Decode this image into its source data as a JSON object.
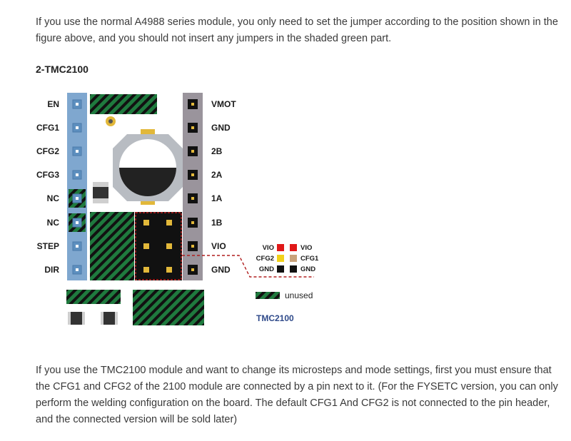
{
  "paragraph_top": "If you use the normal A4988 series module, you only need to set the jumper according to the position shown in the figure above, and you should not insert any jumpers in the shaded green part.",
  "section_heading": "2-TMC2100",
  "diagram": {
    "left_pins": [
      "EN",
      "CFG1",
      "CFG2",
      "CFG3",
      "NC",
      "NC",
      "STEP",
      "DIR"
    ],
    "right_pins": [
      "VMOT",
      "GND",
      "2B",
      "2A",
      "1A",
      "1B",
      "VIO",
      "GND"
    ],
    "legend_rows": [
      {
        "left": "VIO",
        "left_color": "#e01818",
        "right": "VIO",
        "right_color": "#e01818"
      },
      {
        "left": "CFG2",
        "left_color": "#f2d21a",
        "right": "CFG1",
        "right_color": "#c9a27a"
      },
      {
        "left": "GND",
        "left_color": "#111111",
        "right": "GND",
        "right_color": "#111111"
      }
    ],
    "unused_label": "unused",
    "module_label": "TMC2100",
    "colors": {
      "blue_header": "#7fa7cf",
      "gray_header": "#9a949c",
      "green": "#2e8a4a",
      "red_dash": "#b01e1e",
      "module_label": "#2f4a8a"
    }
  },
  "paragraph_bottom": "If you use the TMC2100 module and want to change its microsteps and mode settings, first you must ensure that the CFG1 and CFG2 of the 2100 module are connected by a pin next to it. (For the FYSETC version, you can only perform the welding configuration on the board. The default CFG1 And CFG2 is not connected to the pin header, and the connected version will be sold later)"
}
